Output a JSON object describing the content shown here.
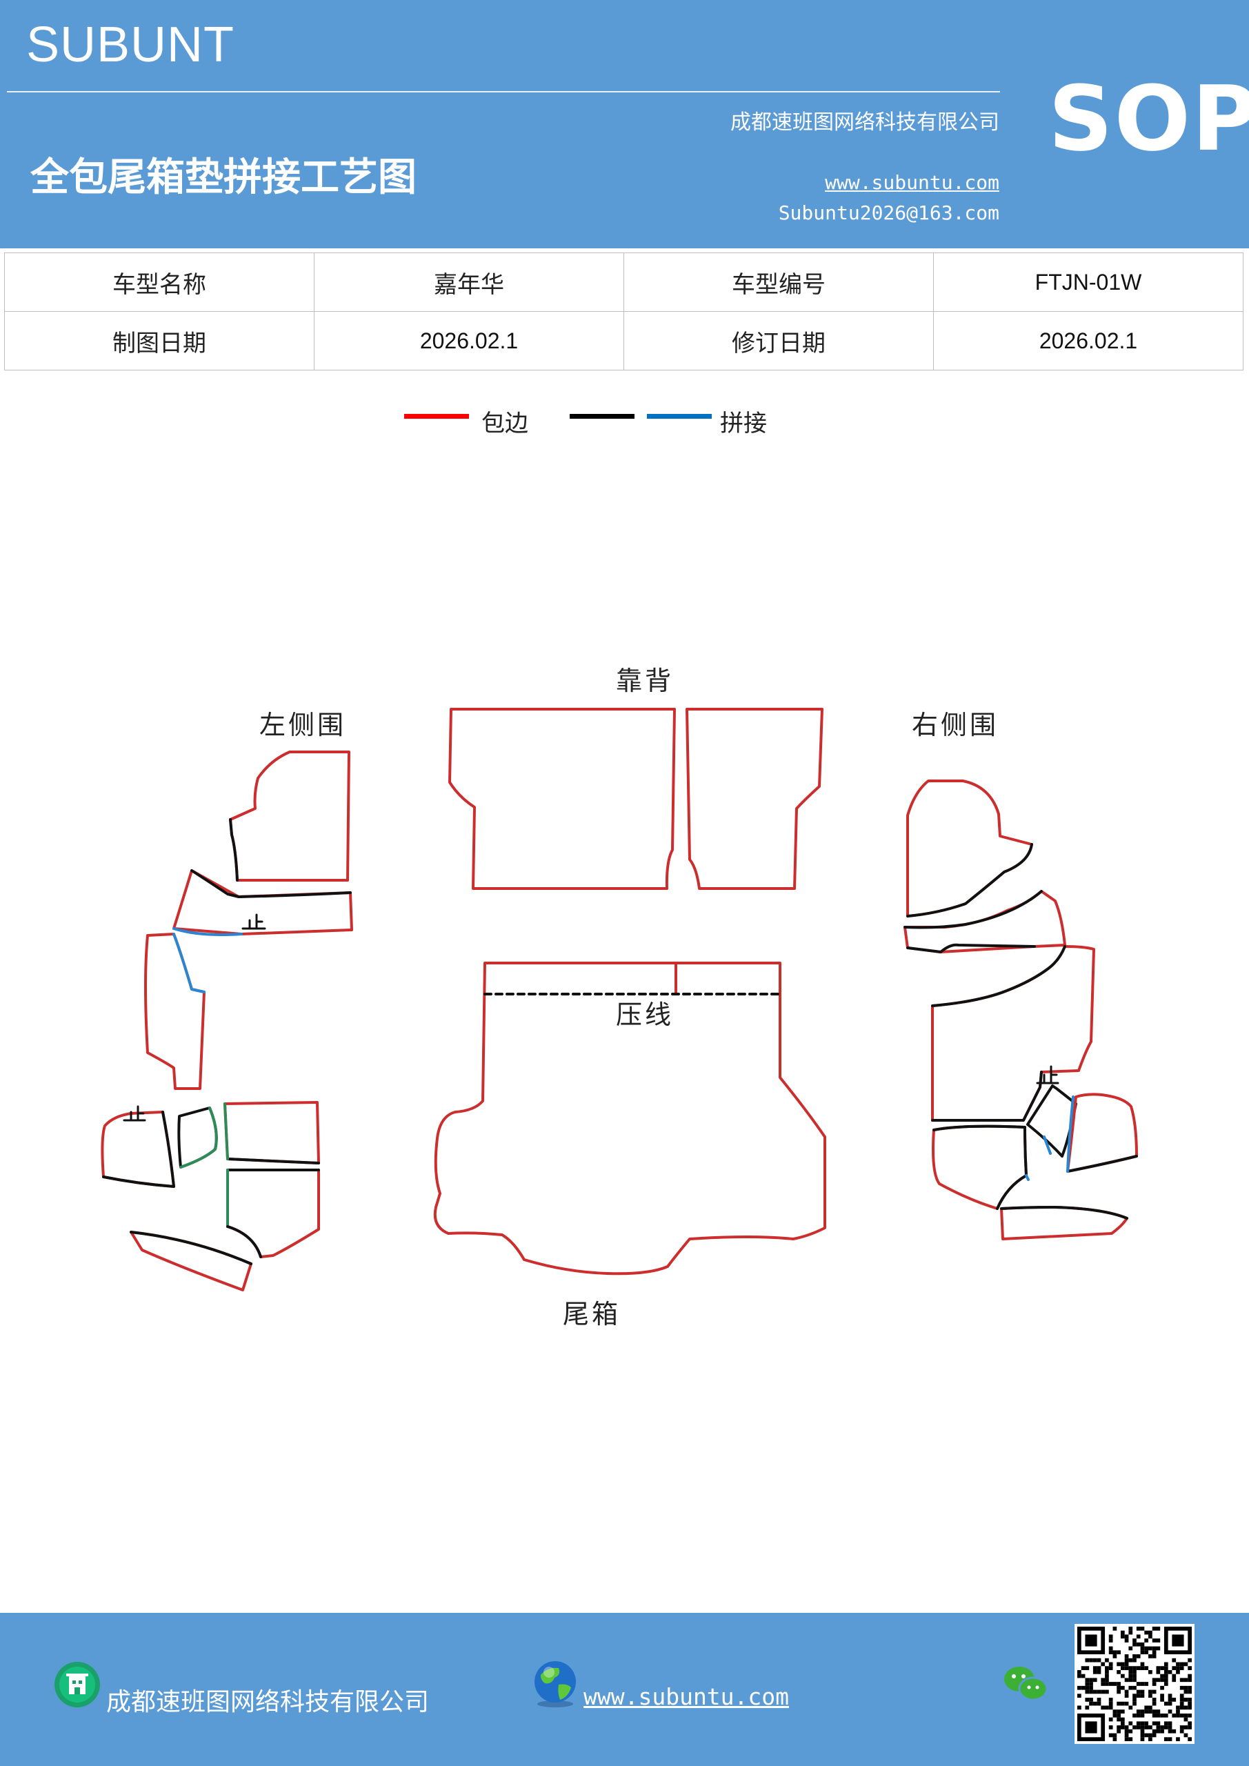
{
  "header": {
    "brand": "SUBUNT",
    "company": "成都速班图网络科技有限公司",
    "title": "全包尾箱垫拼接工艺图",
    "website": "www.subuntu.com",
    "email": "Subuntu2026@163.com",
    "badge": "SOP"
  },
  "info": {
    "rows": [
      [
        "车型名称",
        "嘉年华",
        "车型编号",
        "FTJN-01W"
      ],
      [
        "制图日期",
        "2026.02.1",
        "修订日期",
        "2026.02.1"
      ]
    ]
  },
  "legend": {
    "items": [
      {
        "color": "#ff0000",
        "label": "包边"
      },
      {
        "color": "#000000",
        "label": ""
      },
      {
        "color": "#0070c0",
        "label": "拼接"
      }
    ]
  },
  "diagram": {
    "labels": {
      "backrest": "靠背",
      "left_side": "左侧围",
      "right_side": "右侧围",
      "press_line": "压线",
      "trunk": "尾箱"
    },
    "colors": {
      "edge": "#cc2e2e",
      "black": "#111111",
      "splice": "#2a86d1",
      "green": "#2e8b57"
    }
  },
  "footer": {
    "company": "成都速班图网络科技有限公司",
    "website": "www.subuntu.com"
  }
}
